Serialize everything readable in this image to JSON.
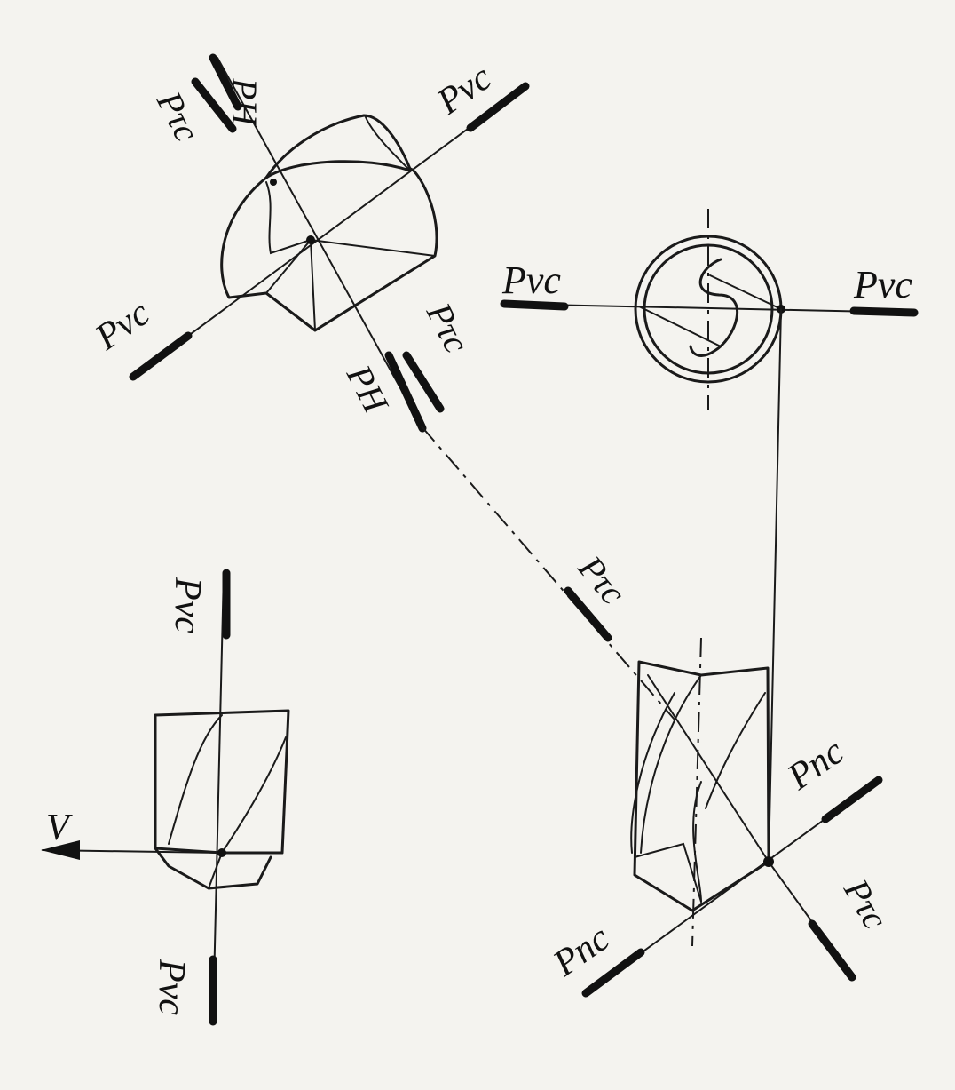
{
  "labels": {
    "pvc": "Pvc",
    "ph": "PH",
    "ptc": "Pτc",
    "pnc": "Pnc",
    "v": "V"
  }
}
